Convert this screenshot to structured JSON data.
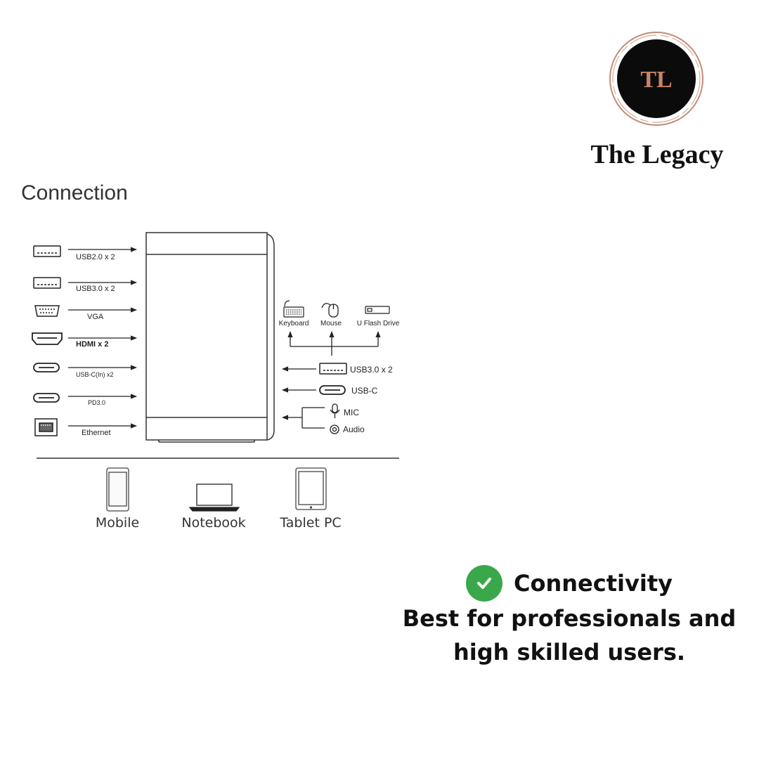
{
  "brand": {
    "monogram": "TL",
    "name": "The Legacy",
    "colors": {
      "ring": "#b07055",
      "disc": "#0b0b0b",
      "monogram": "#c9836a"
    }
  },
  "diagram": {
    "title": "Connection",
    "left_ports": [
      {
        "icon": "usb-a-icon",
        "label": "USB2.0 x 2"
      },
      {
        "icon": "usb-a-icon",
        "label": "USB3.0 x 2"
      },
      {
        "icon": "vga-icon",
        "label": "VGA"
      },
      {
        "icon": "hdmi-icon",
        "label": "HDMI x 2"
      },
      {
        "icon": "usb-c-icon",
        "label": "USB-C(In) x2"
      },
      {
        "icon": "usb-c-icon",
        "label": "PD3.0"
      },
      {
        "icon": "ethernet-icon",
        "label": "Ethernet"
      }
    ],
    "peripherals": [
      {
        "icon": "keyboard-icon",
        "label": "Keyboard"
      },
      {
        "icon": "mouse-icon",
        "label": "Mouse"
      },
      {
        "icon": "usb-flash-drive-icon",
        "label": "U Flash Drive"
      }
    ],
    "right_ports": [
      {
        "icon": "usb-a-icon",
        "label": "USB3.0 x 2"
      },
      {
        "icon": "usb-c-icon",
        "label": "USB-C"
      },
      {
        "icon": "microphone-icon",
        "label": "MIC"
      },
      {
        "icon": "audio-jack-icon",
        "label": "Audio"
      }
    ],
    "devices": [
      {
        "icon": "mobile-phone-icon",
        "label": "Mobile"
      },
      {
        "icon": "laptop-icon",
        "label": "Notebook"
      },
      {
        "icon": "tablet-icon",
        "label": "Tablet PC"
      }
    ]
  },
  "feature": {
    "icon": "check-circle-icon",
    "title": "Connectivity",
    "description_line1": "Best for professionals and",
    "description_line2": "high skilled users.",
    "check_color": "#3aa84a"
  }
}
